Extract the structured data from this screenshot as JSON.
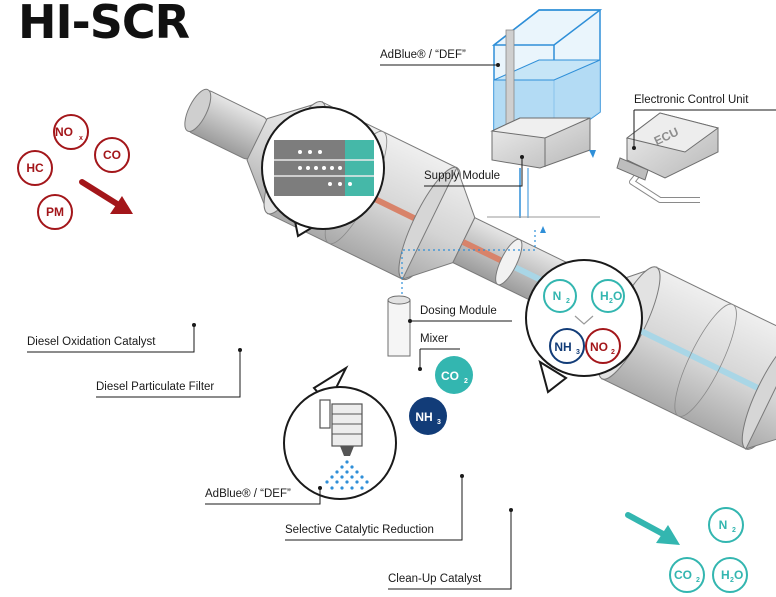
{
  "brand": {
    "logo_text": "HI-SCR"
  },
  "labels": {
    "adblue_tank": "AdBlue® / “DEF”",
    "ecu": "Electronic Control Unit",
    "ecu_chip": "ECU",
    "supply_module": "Supply Module",
    "dosing_module": "Dosing Module",
    "mixer": "Mixer",
    "doc": "Diesel Oxidation Catalyst",
    "dpf": "Diesel Particulate Filter",
    "adblue_spray": "AdBlue® / “DEF”",
    "scr": "Selective Catalytic Reduction",
    "cuc": "Clean-Up Catalyst"
  },
  "inlet_gases": {
    "nox": {
      "main": "NO",
      "sub": "x"
    },
    "co": {
      "main": "CO"
    },
    "hc": {
      "main": "HC"
    },
    "pm": {
      "main": "PM"
    }
  },
  "reaction": {
    "n2": {
      "main": "N",
      "sub": "2"
    },
    "h2o": {
      "main": "H",
      "sub": "2",
      "tail": "O"
    },
    "nh3": {
      "main": "NH",
      "sub": "3"
    },
    "no2": {
      "main": "NO",
      "sub": "2"
    }
  },
  "mid_gases": {
    "co2": {
      "main": "CO",
      "sub": "2"
    },
    "nh3": {
      "main": "NH",
      "sub": "3"
    }
  },
  "outlet_gases": {
    "n2": {
      "main": "N",
      "sub": "2"
    },
    "co2": {
      "main": "CO",
      "sub": "2"
    },
    "h2o": {
      "main": "H",
      "sub": "2",
      "tail": "O"
    }
  },
  "colors": {
    "red": "#a3161a",
    "teal": "#33b6b0",
    "navy": "#123c78",
    "blue_liquid": "#a9d6f2",
    "blue_line": "#2f8fd8",
    "body_gray": "#d9d9d9"
  }
}
